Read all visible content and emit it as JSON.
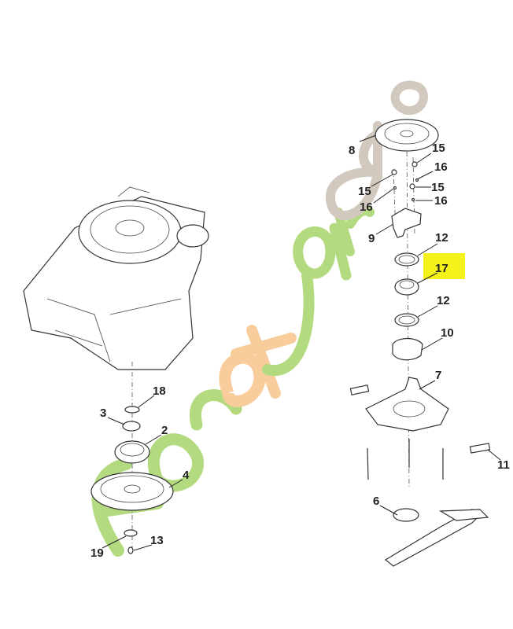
{
  "diagram": {
    "type": "exploded parts diagram",
    "highlight_color": "#f4f21a",
    "watermark": {
      "text": "foretjardin.com",
      "colors": [
        "#a8d46b",
        "#f7c48a",
        "#c9bfb3"
      ]
    },
    "callouts": [
      {
        "id": "c8",
        "label": "8"
      },
      {
        "id": "c15a",
        "label": "15"
      },
      {
        "id": "c16a",
        "label": "16"
      },
      {
        "id": "c15b",
        "label": "15"
      },
      {
        "id": "c15c",
        "label": "15"
      },
      {
        "id": "c16b",
        "label": "16"
      },
      {
        "id": "c16c",
        "label": "16"
      },
      {
        "id": "c9",
        "label": "9"
      },
      {
        "id": "c12a",
        "label": "12"
      },
      {
        "id": "c17",
        "label": "17",
        "highlighted": true
      },
      {
        "id": "c12b",
        "label": "12"
      },
      {
        "id": "c10",
        "label": "10"
      },
      {
        "id": "c7",
        "label": "7"
      },
      {
        "id": "c18",
        "label": "18"
      },
      {
        "id": "c3",
        "label": "3"
      },
      {
        "id": "c2",
        "label": "2"
      },
      {
        "id": "c4",
        "label": "4"
      },
      {
        "id": "c11",
        "label": "11"
      },
      {
        "id": "c6",
        "label": "6"
      },
      {
        "id": "c19",
        "label": "19"
      },
      {
        "id": "c13",
        "label": "13"
      }
    ]
  }
}
